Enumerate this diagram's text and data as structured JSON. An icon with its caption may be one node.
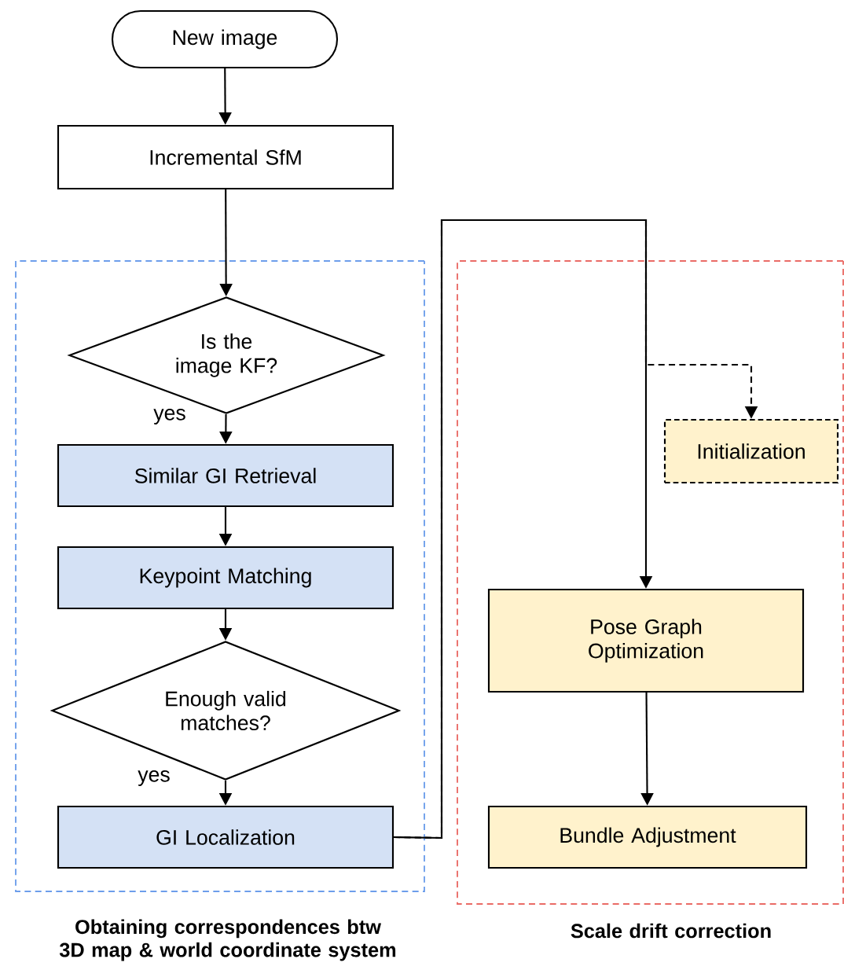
{
  "diagram": {
    "nodes": [
      {
        "text": [
          "New image"
        ]
      },
      {
        "text": [
          "Incremental SfM"
        ]
      },
      {
        "text": [
          "Obtaining correspondences btw 3D map & world coordinate system"
        ]
      },
      {
        "text": [
          "Is the image KF?"
        ],
        "in": 2
      },
      {
        "text": [
          "Similar GI Retrieval"
        ],
        "in": 2
      },
      {
        "text": [
          "Keypoint Matching"
        ],
        "in": 2
      },
      {
        "text": [
          "Enough valid matches?"
        ],
        "in": 2
      },
      {
        "text": [
          "GI Localization"
        ],
        "in": 2
      },
      {
        "text": [
          "Scale drift correction"
        ]
      },
      {
        "text": [
          "Initialization"
        ],
        "in": 8
      },
      {
        "text": [
          "Pose Graph Optimization"
        ],
        "in": 8
      },
      {
        "text": [
          "Bundle Adjustment"
        ],
        "in": 8
      }
    ],
    "edges": [
      {
        "from": 0,
        "to": 1,
        "arrow": "to"
      },
      {
        "from": 1,
        "to": 3,
        "arrow": "to"
      },
      {
        "from": 3,
        "to": 4,
        "arrow": "to",
        "label": "yes"
      },
      {
        "from": 4,
        "to": 5,
        "arrow": "to"
      },
      {
        "from": 5,
        "to": 6,
        "arrow": "to"
      },
      {
        "from": 6,
        "to": 7,
        "arrow": "to",
        "label": "yes"
      },
      {
        "from": 7,
        "to": 10,
        "arrow": "to"
      },
      {
        "from": 7,
        "to": 9,
        "arrow": "to",
        "style": "dashed"
      },
      {
        "from": 10,
        "to": 11,
        "arrow": "to"
      }
    ]
  }
}
